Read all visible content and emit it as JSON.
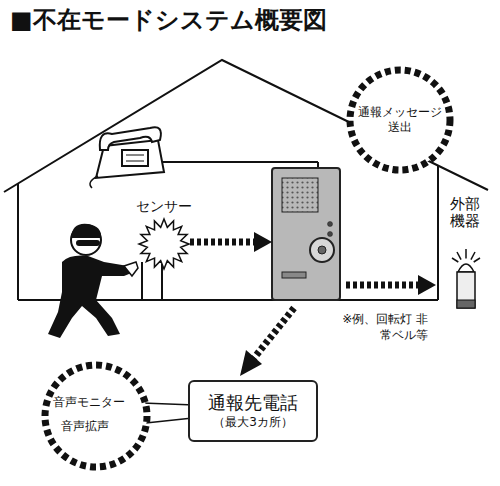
{
  "diagram": {
    "title": "■不在モードシステム概要図",
    "nodes": [
      {
        "text": [
          "通報メッセージ 送出"
        ]
      },
      {
        "text": [
          "センサー"
        ]
      },
      {
        "text": [
          "外部 機器"
        ]
      },
      {
        "text": [
          "音声モニター",
          "音声拡声"
        ]
      },
      {
        "text": [
          "通報先電話",
          "（最大3カ所）"
        ]
      }
    ],
    "edges": [
      {
        "from": 3,
        "to": 4,
        "arrow": "none"
      },
      {
        "from": 3,
        "to": 4,
        "arrow": "none"
      }
    ],
    "labels": [
      "※例、回転灯 非常ベル等"
    ]
  }
}
